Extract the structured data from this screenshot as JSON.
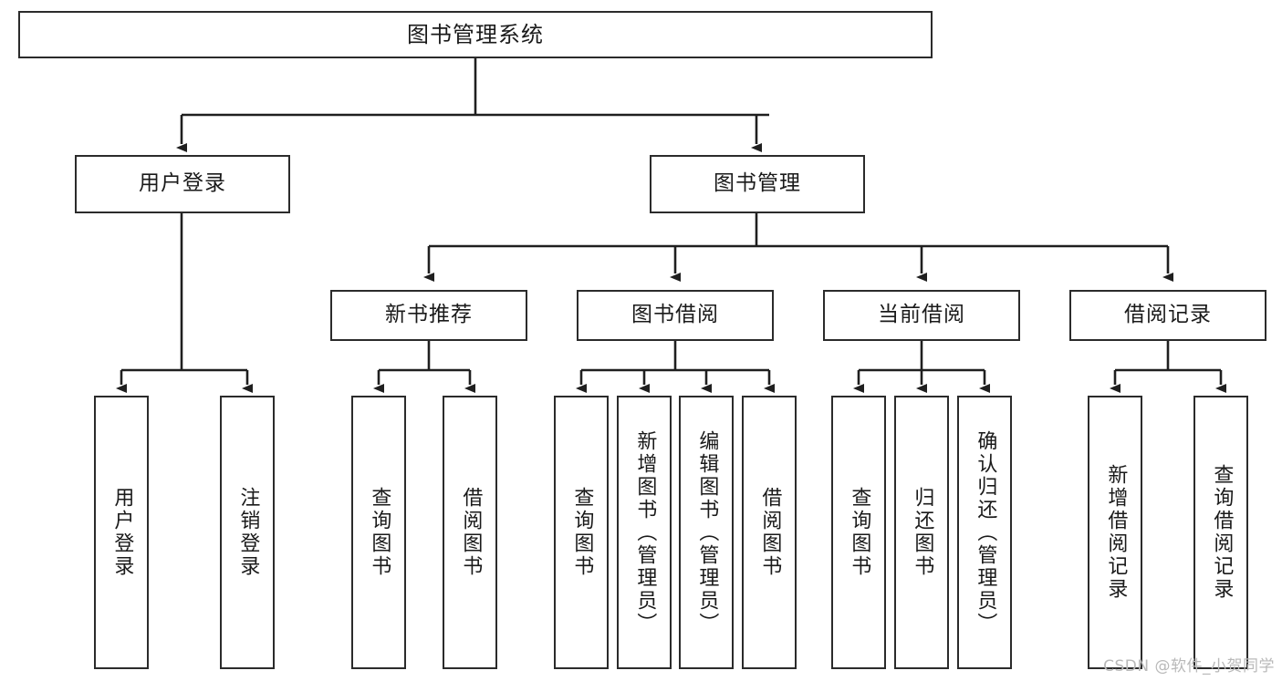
{
  "diagram": {
    "type": "tree-hierarchy",
    "title": "图书管理系统",
    "watermark": "CSDN @软件_小贺同学",
    "colors": {
      "box_border": "#2b2b2b",
      "box_fill": "#ffffff",
      "edge": "#1f1f1f",
      "text": "#1a1a1a",
      "watermark": "#b9b9b9",
      "background": "#ffffff"
    },
    "levels": {
      "root": {
        "label": "图书管理系统"
      },
      "level1": [
        {
          "id": "user-login",
          "label": "用户登录"
        },
        {
          "id": "book-manage",
          "label": "图书管理"
        }
      ],
      "level2": [
        {
          "id": "new-book-rec",
          "label": "新书推荐",
          "parent": "book-manage"
        },
        {
          "id": "book-borrow",
          "label": "图书借阅",
          "parent": "book-manage"
        },
        {
          "id": "current-borrow",
          "label": "当前借阅",
          "parent": "book-manage"
        },
        {
          "id": "borrow-record",
          "label": "借阅记录",
          "parent": "book-manage"
        }
      ],
      "leaves": {
        "user_login": [
          {
            "id": "leaf-user-login",
            "label": "用户登录"
          },
          {
            "id": "leaf-logout",
            "label": "注销登录"
          }
        ],
        "new_book_rec": [
          {
            "id": "leaf-query-book-1",
            "label": "查询图书"
          },
          {
            "id": "leaf-borrow-book-1",
            "label": "借阅图书"
          }
        ],
        "book_borrow": [
          {
            "id": "leaf-query-book-2",
            "label": "查询图书"
          },
          {
            "id": "leaf-add-book",
            "label": "新增图书（管理员）"
          },
          {
            "id": "leaf-edit-book",
            "label": "编辑图书（管理员）"
          },
          {
            "id": "leaf-borrow-book-2",
            "label": "借阅图书"
          }
        ],
        "current_borrow": [
          {
            "id": "leaf-query-book-3",
            "label": "查询图书"
          },
          {
            "id": "leaf-return-book",
            "label": "归还图书"
          },
          {
            "id": "leaf-confirm-return",
            "label": "确认归还（管理员）"
          }
        ],
        "borrow_record": [
          {
            "id": "leaf-add-record",
            "label": "新增借阅记录"
          },
          {
            "id": "leaf-query-record",
            "label": "查询借阅记录"
          }
        ]
      }
    }
  }
}
